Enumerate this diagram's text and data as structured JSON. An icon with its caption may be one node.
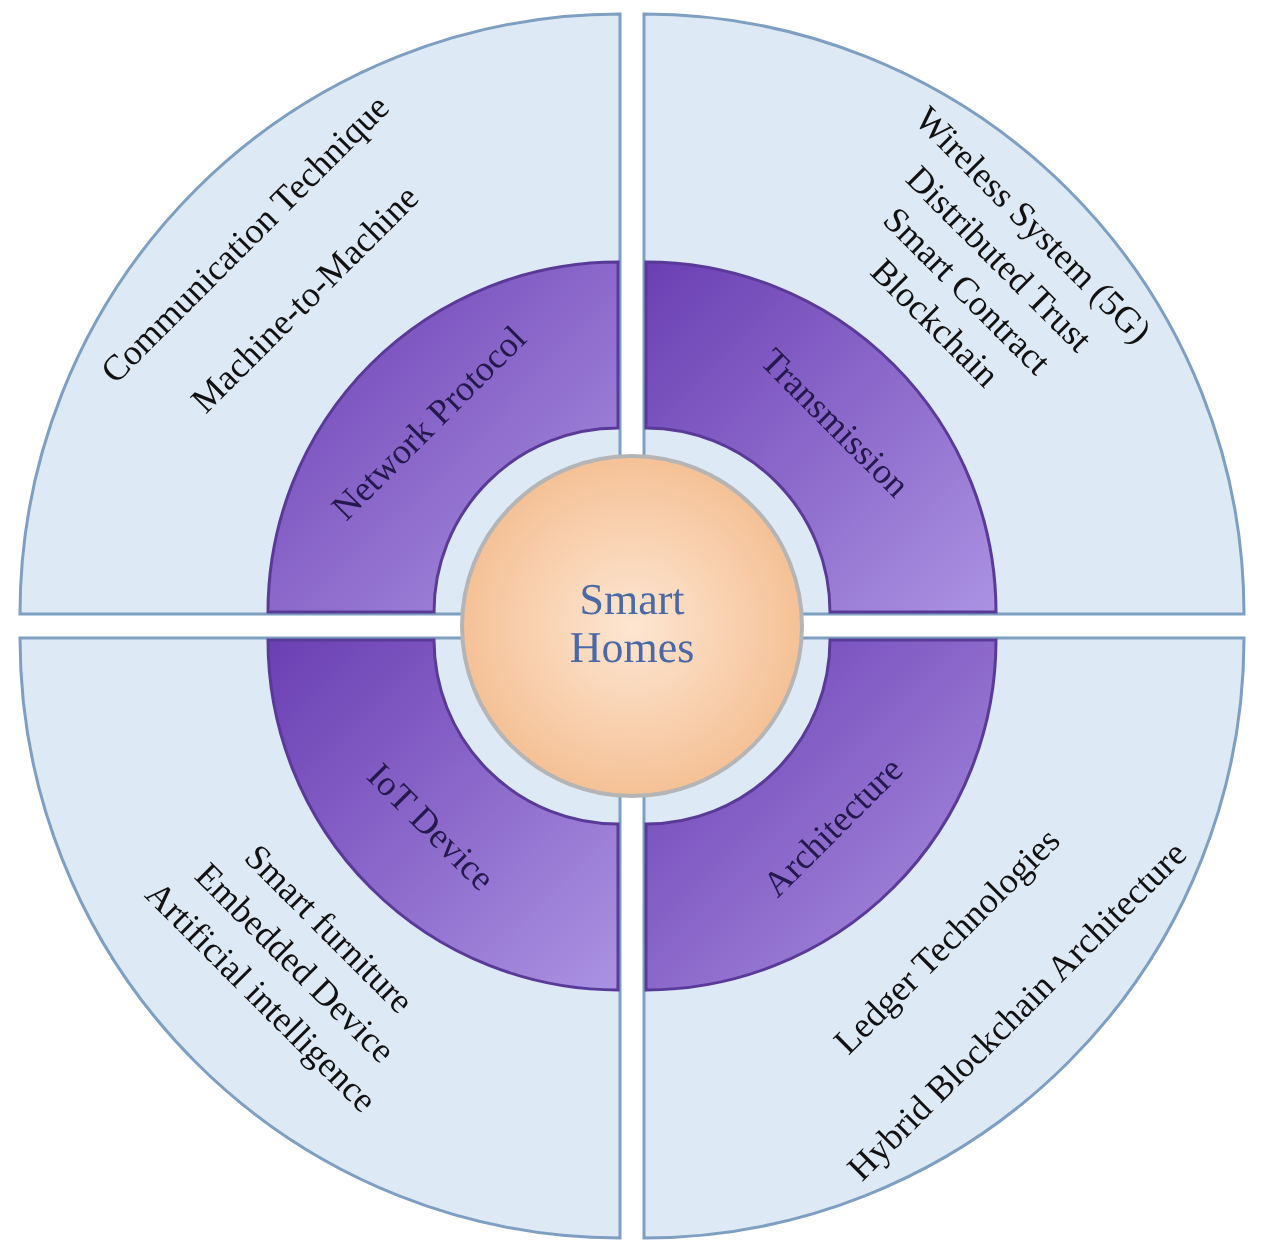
{
  "diagram": {
    "nodes": [
      {
        "text": [
          "Smart Homes"
        ]
      },
      {
        "text": [
          "Network Protocol"
        ],
        "in": 5
      },
      {
        "text": [
          "Transmission"
        ],
        "in": 6
      },
      {
        "text": [
          "IoT Device"
        ],
        "in": 7
      },
      {
        "text": [
          "Architecture"
        ],
        "in": 8
      },
      {
        "text": [
          "Communication Technique",
          "Machine-to-Machine"
        ]
      },
      {
        "text": [
          "Wireless System (5G)",
          "Distributed Trust",
          "Smart Contract",
          "Blockchain"
        ]
      },
      {
        "text": [
          "Smart furniture",
          "Embedded Device",
          "Artificial intelligence"
        ]
      },
      {
        "text": [
          "Ledger Technologies",
          "Hybrid Blockchain Architecture"
        ]
      }
    ]
  }
}
